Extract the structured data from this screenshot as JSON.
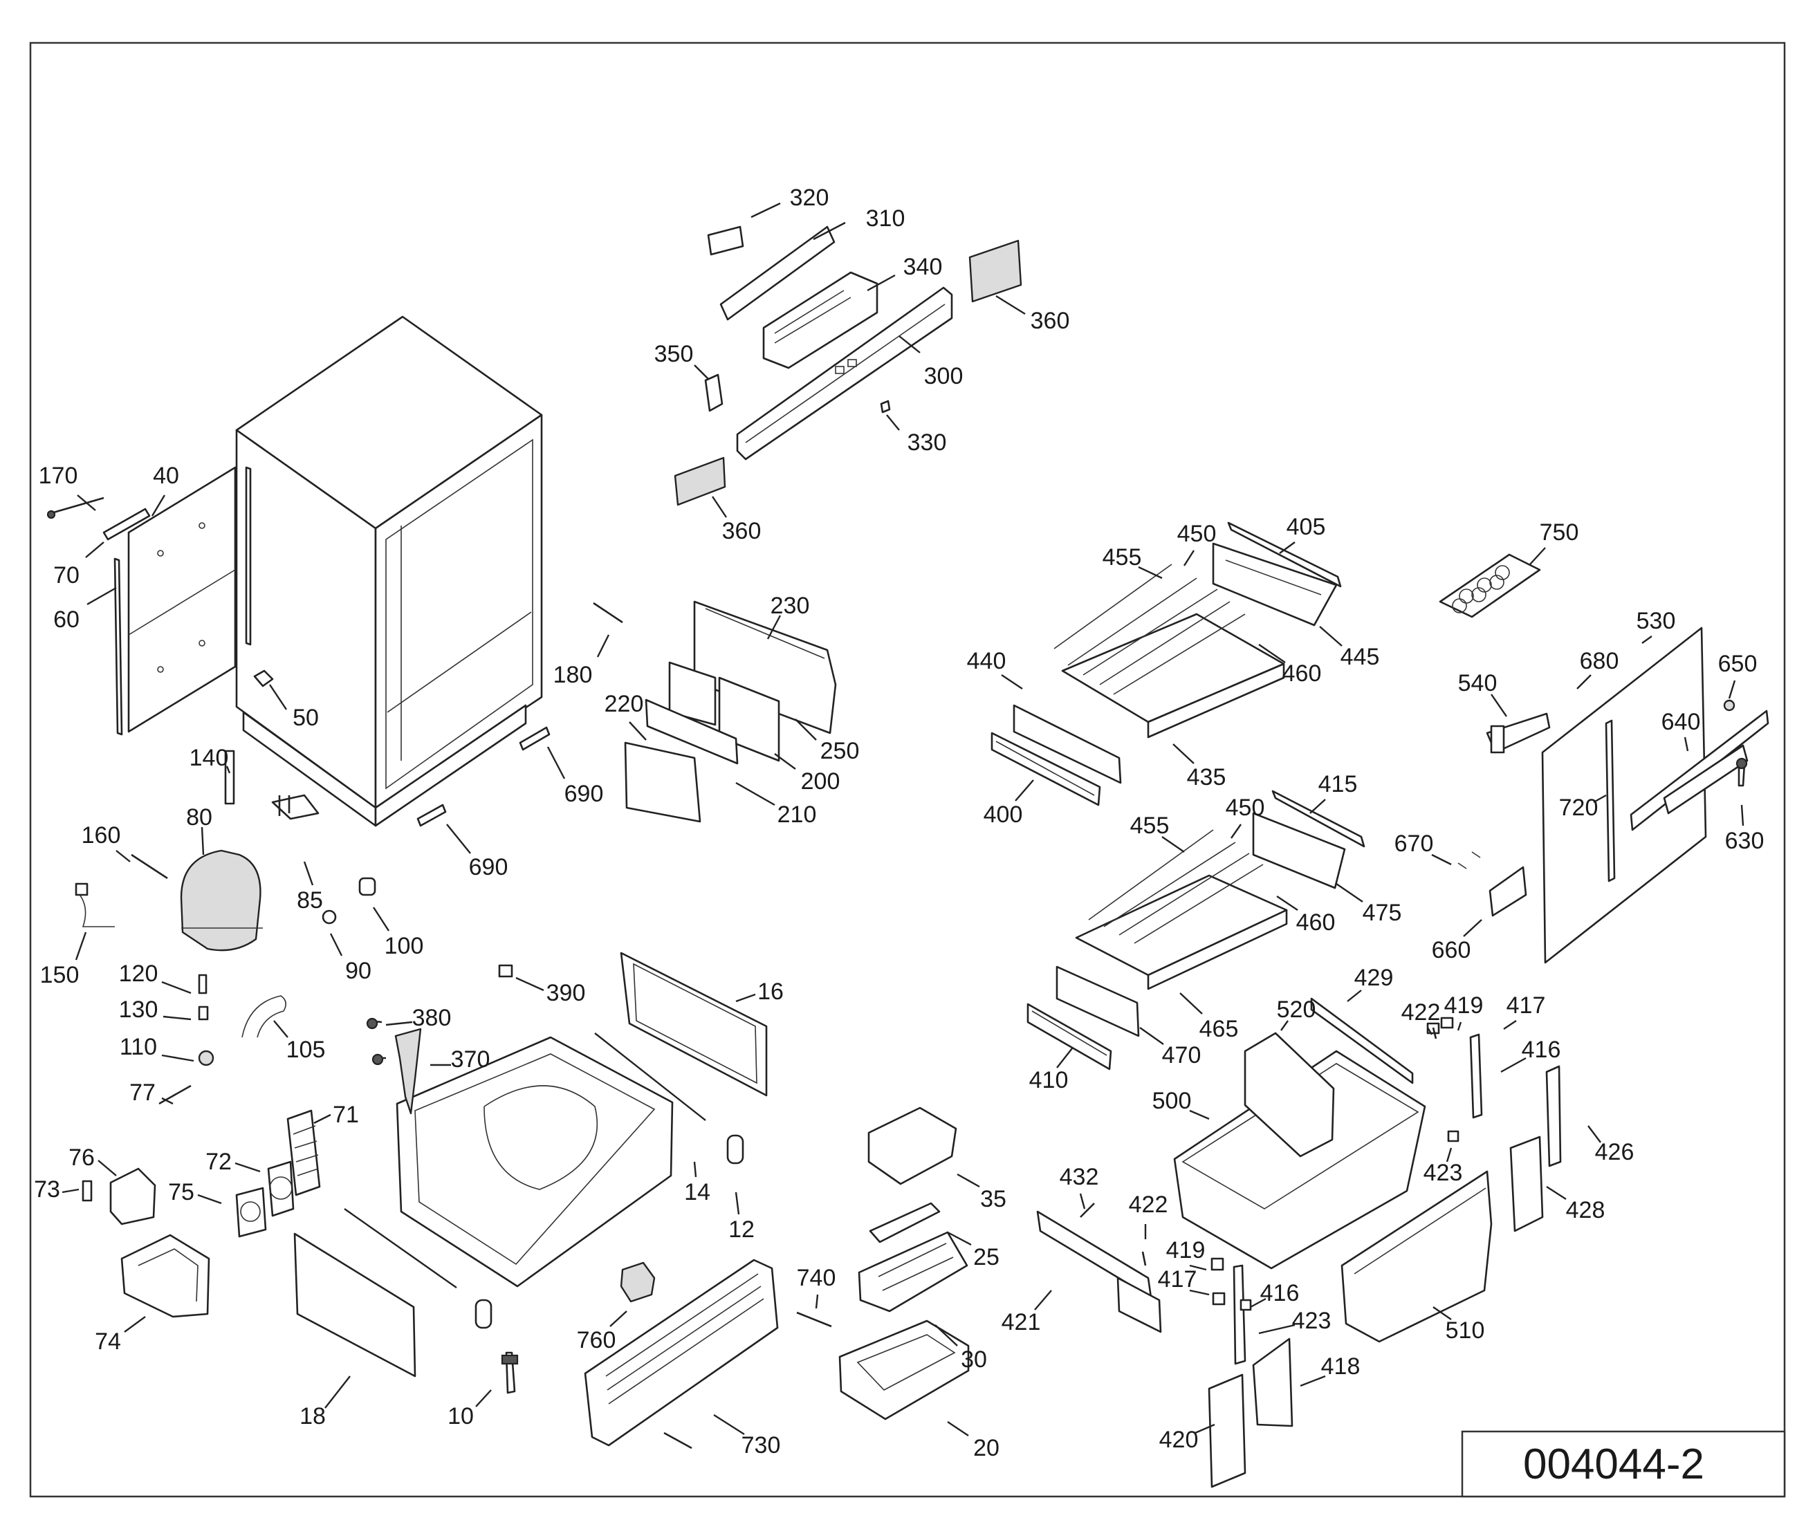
{
  "drawing_number": "004044-2",
  "callouts": [
    {
      "id": "c320",
      "label": "320"
    },
    {
      "id": "c310",
      "label": "310"
    },
    {
      "id": "c340",
      "label": "340"
    },
    {
      "id": "c360a",
      "label": "360"
    },
    {
      "id": "c350",
      "label": "350"
    },
    {
      "id": "c300",
      "label": "300"
    },
    {
      "id": "c330",
      "label": "330"
    },
    {
      "id": "c360b",
      "label": "360"
    },
    {
      "id": "c170",
      "label": "170"
    },
    {
      "id": "c40",
      "label": "40"
    },
    {
      "id": "c70",
      "label": "70"
    },
    {
      "id": "c60",
      "label": "60"
    },
    {
      "id": "c50",
      "label": "50"
    },
    {
      "id": "c180",
      "label": "180"
    },
    {
      "id": "c230",
      "label": "230"
    },
    {
      "id": "c220",
      "label": "220"
    },
    {
      "id": "c250",
      "label": "250"
    },
    {
      "id": "c200",
      "label": "200"
    },
    {
      "id": "c210",
      "label": "210"
    },
    {
      "id": "c690a",
      "label": "690"
    },
    {
      "id": "c690b",
      "label": "690"
    },
    {
      "id": "c140",
      "label": "140"
    },
    {
      "id": "c80",
      "label": "80"
    },
    {
      "id": "c160",
      "label": "160"
    },
    {
      "id": "c85",
      "label": "85"
    },
    {
      "id": "c100",
      "label": "100"
    },
    {
      "id": "c90",
      "label": "90"
    },
    {
      "id": "c150",
      "label": "150"
    },
    {
      "id": "c120",
      "label": "120"
    },
    {
      "id": "c130",
      "label": "130"
    },
    {
      "id": "c105",
      "label": "105"
    },
    {
      "id": "c110",
      "label": "110"
    },
    {
      "id": "c390",
      "label": "390"
    },
    {
      "id": "c380",
      "label": "380"
    },
    {
      "id": "c16",
      "label": "16"
    },
    {
      "id": "c370",
      "label": "370"
    },
    {
      "id": "c77",
      "label": "77"
    },
    {
      "id": "c71",
      "label": "71"
    },
    {
      "id": "c76",
      "label": "76"
    },
    {
      "id": "c72",
      "label": "72"
    },
    {
      "id": "c73",
      "label": "73"
    },
    {
      "id": "c75",
      "label": "75"
    },
    {
      "id": "c14",
      "label": "14"
    },
    {
      "id": "c12",
      "label": "12"
    },
    {
      "id": "c74",
      "label": "74"
    },
    {
      "id": "c18",
      "label": "18"
    },
    {
      "id": "c10",
      "label": "10"
    },
    {
      "id": "c760",
      "label": "760"
    },
    {
      "id": "c740",
      "label": "740"
    },
    {
      "id": "c730",
      "label": "730"
    },
    {
      "id": "c35",
      "label": "35"
    },
    {
      "id": "c25",
      "label": "25"
    },
    {
      "id": "c30",
      "label": "30"
    },
    {
      "id": "c20",
      "label": "20"
    },
    {
      "id": "c455a",
      "label": "455"
    },
    {
      "id": "c450a",
      "label": "450"
    },
    {
      "id": "c405",
      "label": "405"
    },
    {
      "id": "c445",
      "label": "445"
    },
    {
      "id": "c460a",
      "label": "460"
    },
    {
      "id": "c440",
      "label": "440"
    },
    {
      "id": "c435",
      "label": "435"
    },
    {
      "id": "c400",
      "label": "400"
    },
    {
      "id": "c455b",
      "label": "455"
    },
    {
      "id": "c450b",
      "label": "450"
    },
    {
      "id": "c415",
      "label": "415"
    },
    {
      "id": "c475",
      "label": "475"
    },
    {
      "id": "c460b",
      "label": "460"
    },
    {
      "id": "c465",
      "label": "465"
    },
    {
      "id": "c470",
      "label": "470"
    },
    {
      "id": "c410",
      "label": "410"
    },
    {
      "id": "c750",
      "label": "750"
    },
    {
      "id": "c530",
      "label": "530"
    },
    {
      "id": "c680",
      "label": "680"
    },
    {
      "id": "c650",
      "label": "650"
    },
    {
      "id": "c540",
      "label": "540"
    },
    {
      "id": "c640",
      "label": "640"
    },
    {
      "id": "c720",
      "label": "720"
    },
    {
      "id": "c630",
      "label": "630"
    },
    {
      "id": "c670",
      "label": "670"
    },
    {
      "id": "c660",
      "label": "660"
    },
    {
      "id": "c429",
      "label": "429"
    },
    {
      "id": "c422a",
      "label": "422"
    },
    {
      "id": "c419a",
      "label": "419"
    },
    {
      "id": "c417a",
      "label": "417"
    },
    {
      "id": "c416a",
      "label": "416"
    },
    {
      "id": "c520",
      "label": "520"
    },
    {
      "id": "c500",
      "label": "500"
    },
    {
      "id": "c423a",
      "label": "423"
    },
    {
      "id": "c426",
      "label": "426"
    },
    {
      "id": "c428",
      "label": "428"
    },
    {
      "id": "c432",
      "label": "432"
    },
    {
      "id": "c422b",
      "label": "422"
    },
    {
      "id": "c419b",
      "label": "419"
    },
    {
      "id": "c417b",
      "label": "417"
    },
    {
      "id": "c416b",
      "label": "416"
    },
    {
      "id": "c423b",
      "label": "423"
    },
    {
      "id": "c421",
      "label": "421"
    },
    {
      "id": "c418",
      "label": "418"
    },
    {
      "id": "c420",
      "label": "420"
    },
    {
      "id": "c510",
      "label": "510"
    }
  ]
}
